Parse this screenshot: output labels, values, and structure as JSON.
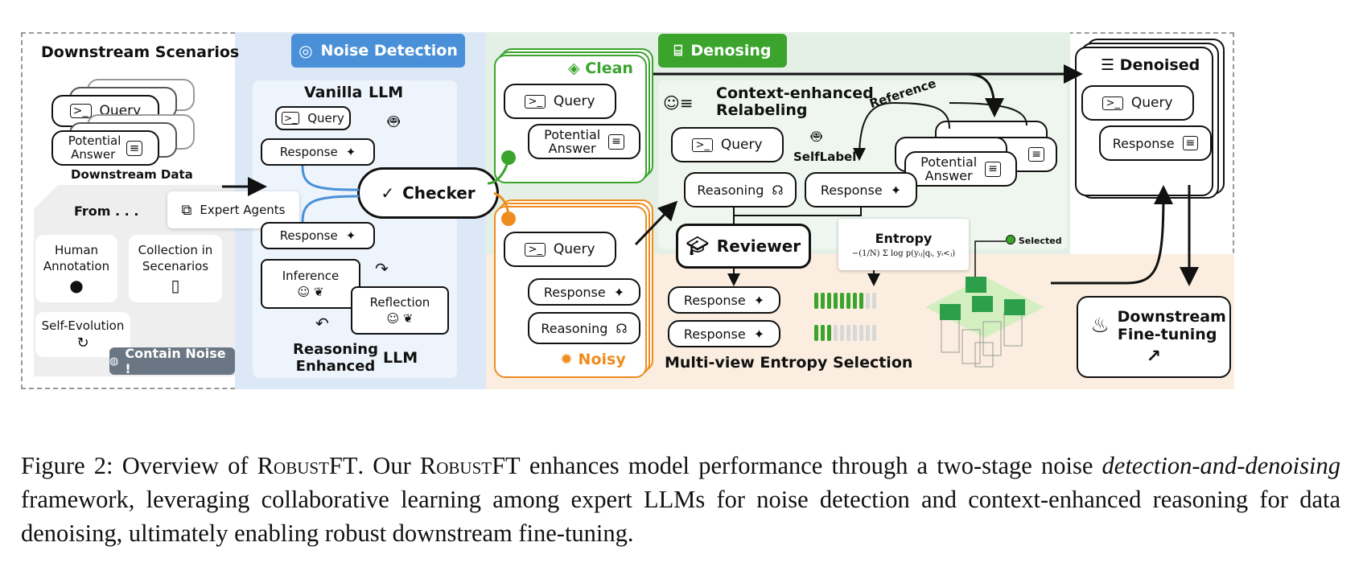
{
  "scenarios": {
    "title": "Downstream Scenarios",
    "query": "Query",
    "potential_answer": "Potential Answer",
    "data_label": "Downstream Data",
    "from": "From . . .",
    "expert_agents": "Expert Agents",
    "human_annotation": "Human Annotation",
    "collection": "Collection in Secenarios",
    "self_evolution": "Self-Evolution",
    "contain_noise": "Contain Noise !"
  },
  "detection": {
    "header": "Noise Detection",
    "vanilla": "Vanilla",
    "llm": "LLM",
    "query": "Query",
    "response": "Response",
    "checker": "Checker",
    "inference": "Inference",
    "reflection": "Reflection",
    "reasoning_enhanced": "Reasoning Enhanced",
    "llm2": "LLM"
  },
  "split": {
    "clean": "Clean",
    "noisy": "Noisy",
    "query": "Query",
    "potential_answer": "Potential Answer",
    "response": "Response",
    "reasoning": "Reasoning"
  },
  "denoising": {
    "header": "Denosing",
    "relabel_title": "Context-enhanced Relabeling",
    "query": "Query",
    "selflabel": "SelfLabel",
    "reference": "Reference",
    "potential_answer": "Potential Answer",
    "reasoning": "Reasoning",
    "response": "Response",
    "reviewer": "Reviewer",
    "entropy": "Entropy",
    "formula": "−(1/N) Σ log p(yᵢⱼ|qᵢ, yᵢ<ⱼ)",
    "selected": "Selected",
    "multi_view": "Multi-view Entropy Selection",
    "entropy_bar_1": 0.8,
    "entropy_bar_2": 0.3
  },
  "output": {
    "denoised": "Denoised",
    "query": "Query",
    "response": "Response",
    "finetune": "Downstream Fine-tuning"
  },
  "caption": {
    "prefix": "Figure 2: Overview of ",
    "name": "RobustFT",
    "mid1": ". Our ",
    "name2": "RobustFT",
    "mid2": " enhances model performance through a two-stage noise ",
    "italic": "detection-and-denoising",
    "rest": " framework, leveraging collaborative learning among expert LLMs for noise detection and context-enhanced reasoning for data denoising, ultimately enabling robust downstream fine-tuning."
  },
  "colors": {
    "green": "#3aa42d",
    "orange": "#ef8c1f",
    "blue": "#4a90d9"
  }
}
